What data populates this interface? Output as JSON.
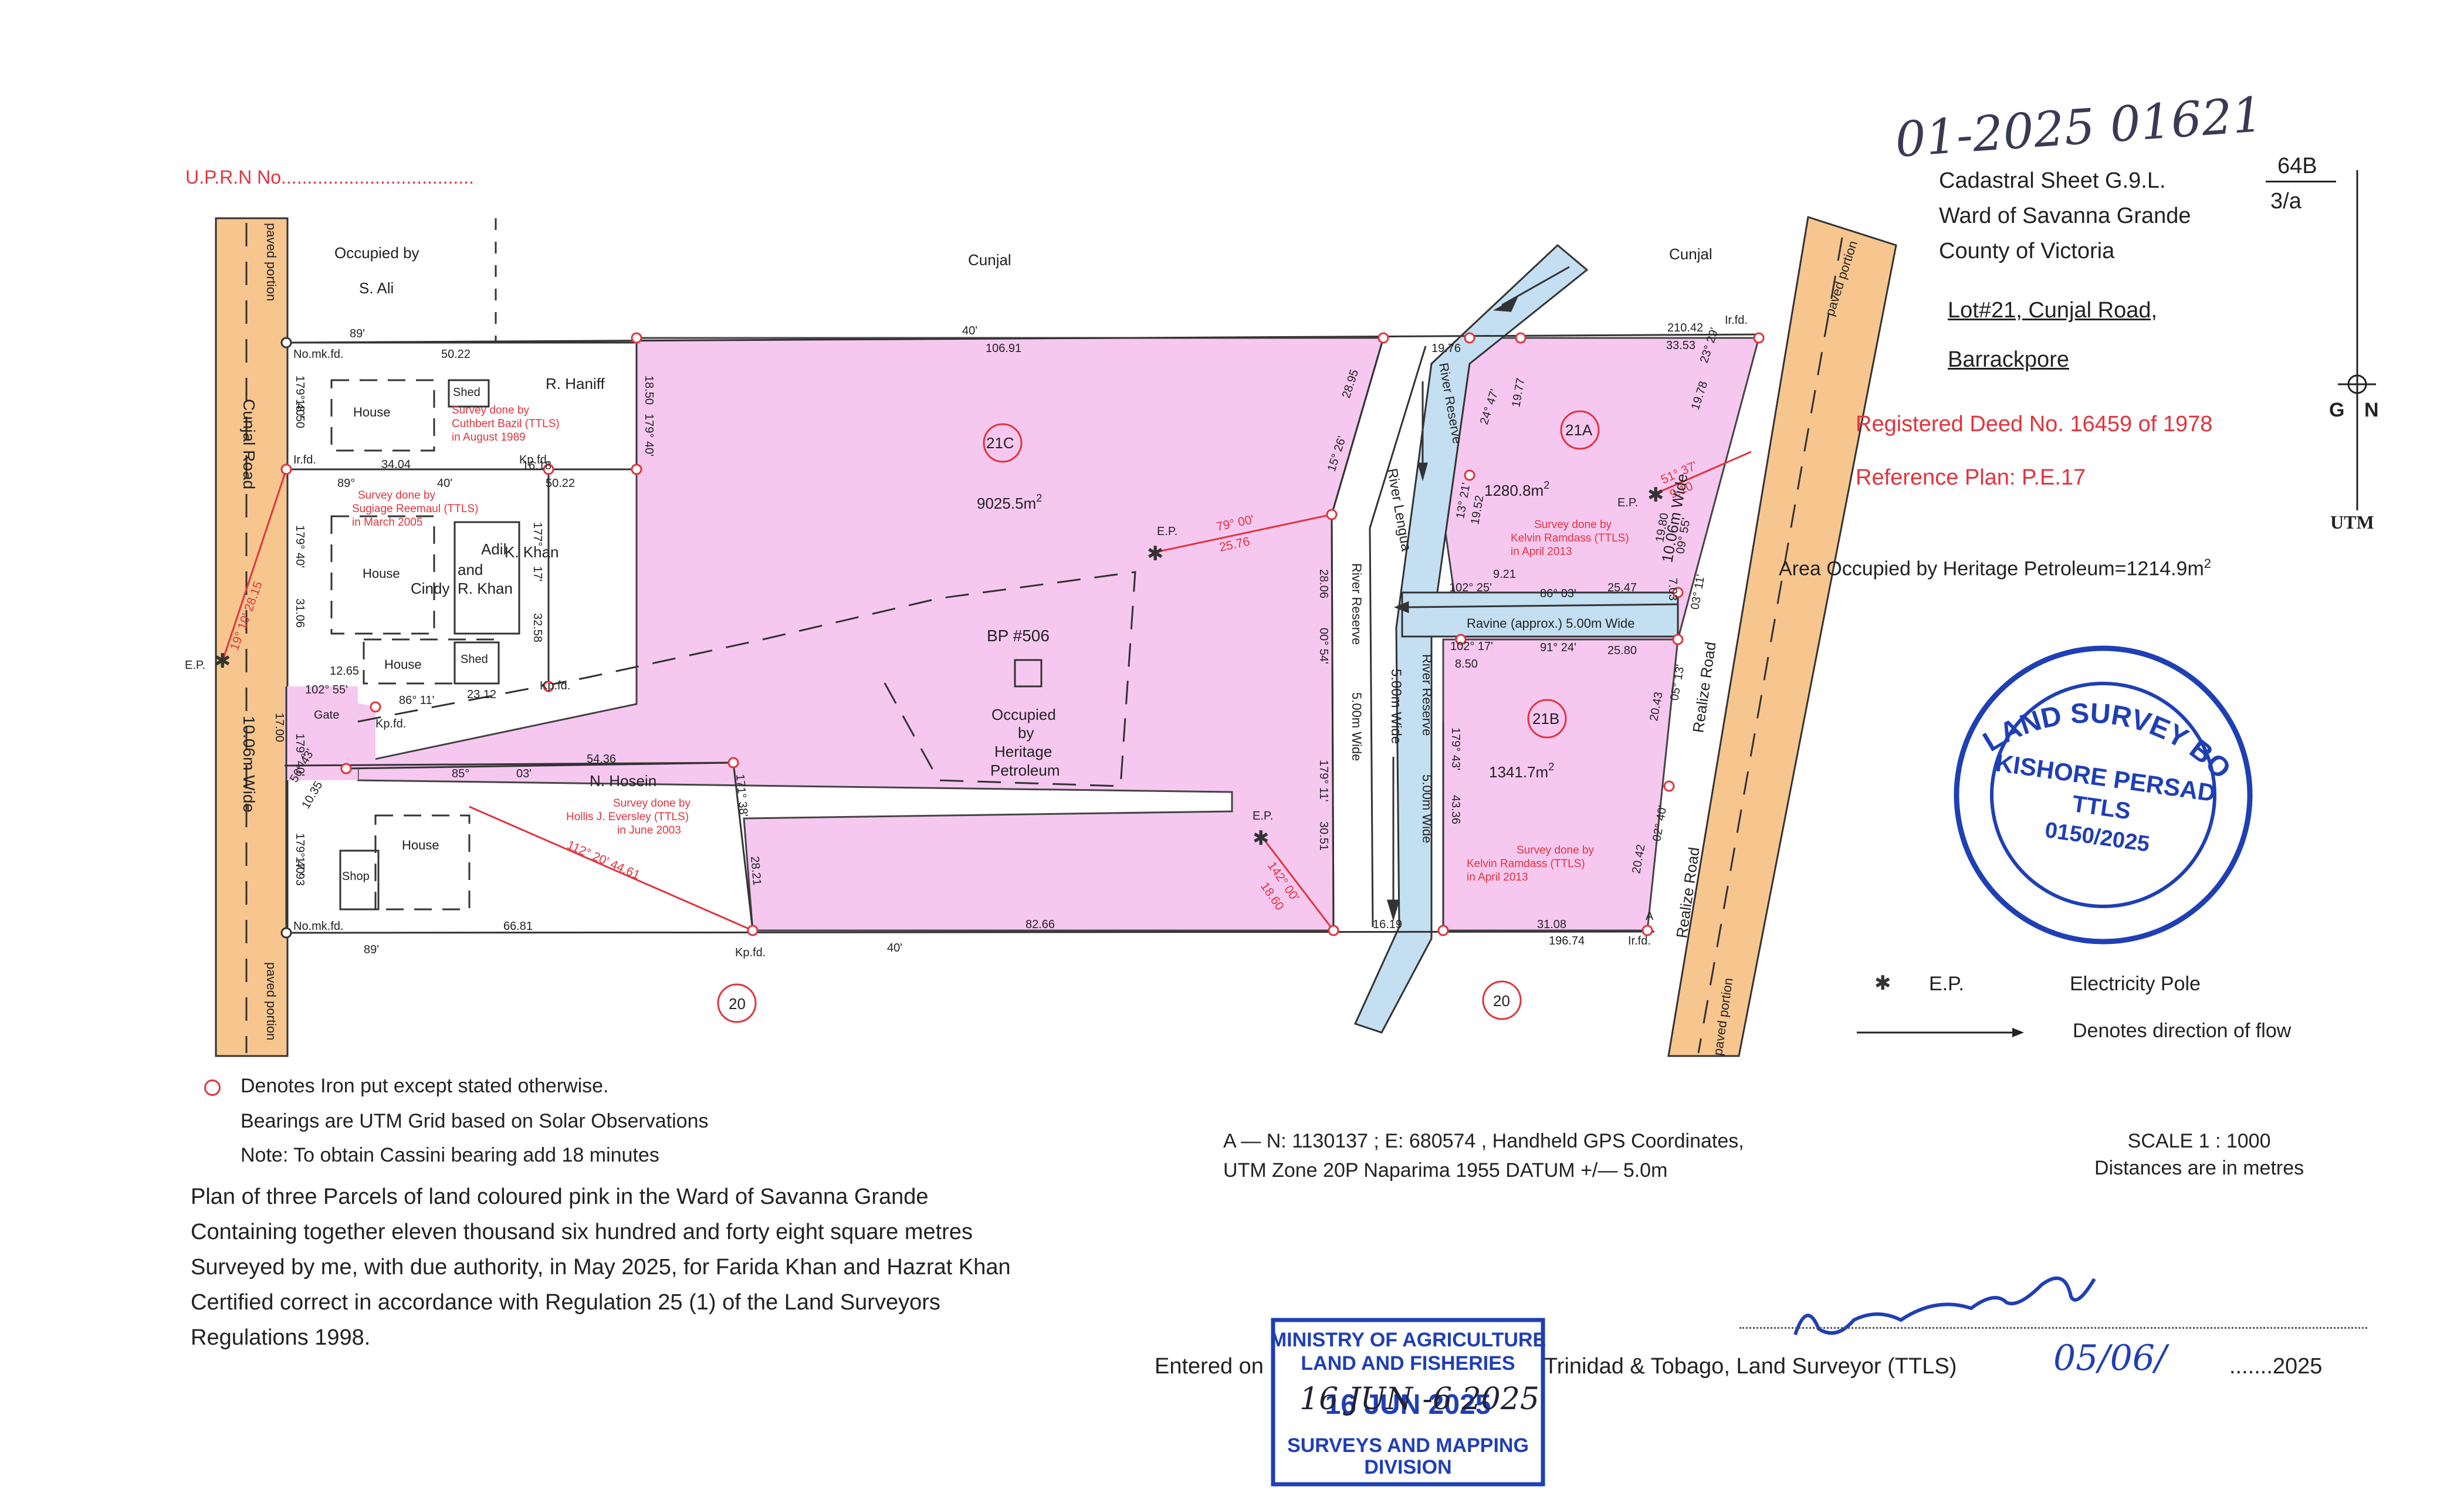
{
  "handwritten_ref": "01-2025 01621",
  "uprn": "U.P.R.N No.....................................",
  "header": {
    "line1": "Cadastral Sheet G.9.L.",
    "line2": "Ward of Savanna Grande",
    "line3": "County of Victoria",
    "sheet_no": "64B",
    "sheet_sub": "3/a",
    "lot_line1": "Lot#21, Cunjal Road,",
    "lot_line2": "Barrackpore",
    "deed": "Registered Deed No. 16459 of 1978",
    "ref_plan": "Reference Plan: P.E.17",
    "area_occupied_prefix": "Area Occupied by Heritage Petroleum=1214.9m",
    "area_sup": "2"
  },
  "north": {
    "g": "G",
    "n": "N",
    "utm": "UTM"
  },
  "map": {
    "cunjal_left": "Cunjal",
    "cunjal_right": "Cunjal",
    "occupied_by": "Occupied by",
    "s_ali": "S. Ali",
    "r_haniff": "R. Haniff",
    "adil_khan": "Adil",
    "k_khan": "K. Khan",
    "and": "and",
    "cindy": "Cindy",
    "r_khan": "R. Khan",
    "n_hosein": "N. Hosein",
    "house": "House",
    "shed": "Shed",
    "shop": "Shop",
    "gate": "Gate",
    "road_left": "Cunjal Road",
    "width_left": "10.06m Wide",
    "paved_portion": "paved portion",
    "river_lengua": "River Lengua",
    "river_width": "5.00m Wide",
    "river_reserve_l": "River Reserve",
    "reserve_l_width": "5.00m Wide",
    "river_reserve_r": "River Reserve",
    "reserve_r_width": "5.00m Wide",
    "ravine": "Ravine",
    "ravine_desc": "(approx.) 5.00m Wide",
    "road_right": "Realize Road",
    "width_right": "10.06m Wide",
    "parcel_21c": "21C",
    "area_21c": "9025.5m",
    "parcel_21a": "21A",
    "area_21a": "1280.8m",
    "parcel_21b": "21B",
    "area_21b": "1341.7m",
    "sup2": "2",
    "parcel_20a": "20",
    "parcel_20b": "20",
    "bp": "BP #506",
    "occ1": "Occupied",
    "occ2": "by",
    "occ3": "Heritage",
    "occ4": "Petroleum",
    "ep": "E.P.",
    "irfd": "Ir.fd.",
    "kpfd": "Kp.fd.",
    "nomkfd": "No.mk.fd.",
    "pt_a": "A",
    "survey_cuthbert": [
      "Survey done by",
      "Cuthbert Bazil (TTLS)",
      "in August 1989"
    ],
    "survey_sugiage": [
      "Survey done by",
      "Sugiage Reemaul (TTLS)",
      "in March 2005"
    ],
    "survey_hollis": [
      "Survey done by",
      "Hollis J. Eversley (TTLS)",
      "in June 2003"
    ],
    "survey_kelvin_a": [
      "Survey done by",
      "Kelvin Ramdass (TTLS)",
      "in April 2013"
    ],
    "survey_kelvin_b": [
      "Survey done by",
      "Kelvin Ramdass (TTLS)",
      "in April 2013"
    ]
  },
  "dims": {
    "top_40": "40'",
    "top_106": "106.91",
    "top_89": "89'",
    "top_5022": "50.22",
    "top_19_76": "19.76",
    "top_210_42": "210.42",
    "top_33_53": "33.53",
    "bot_89": "89'",
    "bot_6681": "66.81",
    "bot_40": "40'",
    "bot_8266": "82.66",
    "bot_1619": "16.19",
    "bot_3108": "31.08",
    "bot_19674": "196.74",
    "haniff_1850": "18.50",
    "haniff_179": "179° 40'",
    "haniff_3404": "34.04",
    "haniff_1618": "16.18",
    "haniff_1850b": "18.50",
    "haniff_17940b": "179° 40'",
    "khan_89": "89°",
    "khan_40": "40'",
    "khan_5022": "50.22",
    "khan_3106": "31.06",
    "khan_17940": "179° 40'",
    "khan_177": "177°",
    "khan_17": "17'",
    "khan_3258": "32.58",
    "gate_1265": "12.65",
    "gate_102": "102° 55'",
    "gate_86": "86° 11'",
    "gate_2312": "23.12",
    "lr_17940": "179° 40'",
    "lr_1700": "17.00",
    "hos_5436": "54.36",
    "hos_85": "85°",
    "hos_03": "03'",
    "hos_5643": "56° 43'",
    "hos_1035": "10.35",
    "hos_171": "171° 38'",
    "hos_2821": "28.21",
    "hos_17940": "179° 40'",
    "hos_1793": "17.93",
    "ep_left": "19° 10'  28.15",
    "ep_hos": "112° 20'    44.61",
    "ep_mid": "79° 00'",
    "ep_mid_d": "25.76",
    "ep_low": "142° 00'",
    "ep_low_d": "18.60",
    "r_1526": "15° 26'",
    "r_2895": "28.95",
    "r_00": "00° 54'",
    "r_2806": "28.06",
    "r_179": "179° 11'",
    "r_3051": "30.51",
    "a_24": "24° 47'",
    "a_1977": "19.77",
    "a_13": "13° 21'",
    "a_1952": "19.52",
    "a_921": "9.21",
    "a_102": "102° 25'",
    "a_86": "86° 03'",
    "a_2547": "25.47",
    "a_1978": "19.78",
    "a_2529": "23° 29'",
    "a_51": "51° 37'",
    "a_910": "9.10",
    "a_1980": "19.80",
    "a_0955": "09° 55'",
    "a_703": "7.03",
    "a_0311": "03° 11'",
    "b_102": "102° 17'",
    "b_850": "8.50",
    "b_91": "91° 24'",
    "b_2580": "25.80",
    "b_179": "179° 43'",
    "b_4336": "43.36",
    "b_2043": "20.43",
    "b_0513": "05° 13'",
    "b_2042": "20.42",
    "b_0240": "02° 40'"
  },
  "legend": {
    "ep_abbr": "E.P.",
    "ep_text": "Electricity Pole",
    "flow_text": "Denotes direction of flow",
    "iron": "Denotes Iron put except stated otherwise.",
    "bearings": "Bearings are UTM Grid based on Solar Observations",
    "note": "Note: To obtain Cassini bearing add 18 minutes"
  },
  "gps": {
    "line1": "A — N: 1130137 ; E: 680574 , Handheld GPS Coordinates,",
    "line2": "UTM Zone 20P Naparima 1955 DATUM +/— 5.0m"
  },
  "scale": {
    "line1": "SCALE    1 : 1000",
    "line2": "Distances are in metres"
  },
  "plan_text": [
    "Plan of three Parcels of land coloured pink in the Ward of Savanna Grande",
    "Containing together eleven thousand six hundred and forty eight square metres",
    "Surveyed by me, with due authority, in May 2025, for Farida Khan and Hazrat Khan",
    "Certified correct in accordance with Regulation 25 (1) of the Land Surveyors",
    "Regulations 1998."
  ],
  "entered_on": "Entered on",
  "surveyor_line": "Trinidad & Tobago, Land Surveyor (TTLS)",
  "surveyor_date": "05/06/",
  "surveyor_year": ".......2025",
  "stamp_board": {
    "ring": "LAND SURVEY BOARD OF TRINIDAD AND TOBAGO",
    "name": "KISHORE PERSAD",
    "ttls": "TTLS",
    "no": "0150/2025"
  },
  "stamp_ministry": {
    "line1": "MINISTRY OF AGRICULTURE",
    "line2": "LAND AND FISHERIES",
    "date": "16 JUN 2025",
    "line3": "SURVEYS AND MAPPING",
    "line4": "DIVISION"
  },
  "handwritten_date": "16 JUN -6 2025",
  "colors": {
    "pink": "#f6c8f0",
    "road": "#f7c68f",
    "river": "#c4dff2",
    "red": "#e0343d",
    "stamp_blue": "#1f3fb4"
  }
}
